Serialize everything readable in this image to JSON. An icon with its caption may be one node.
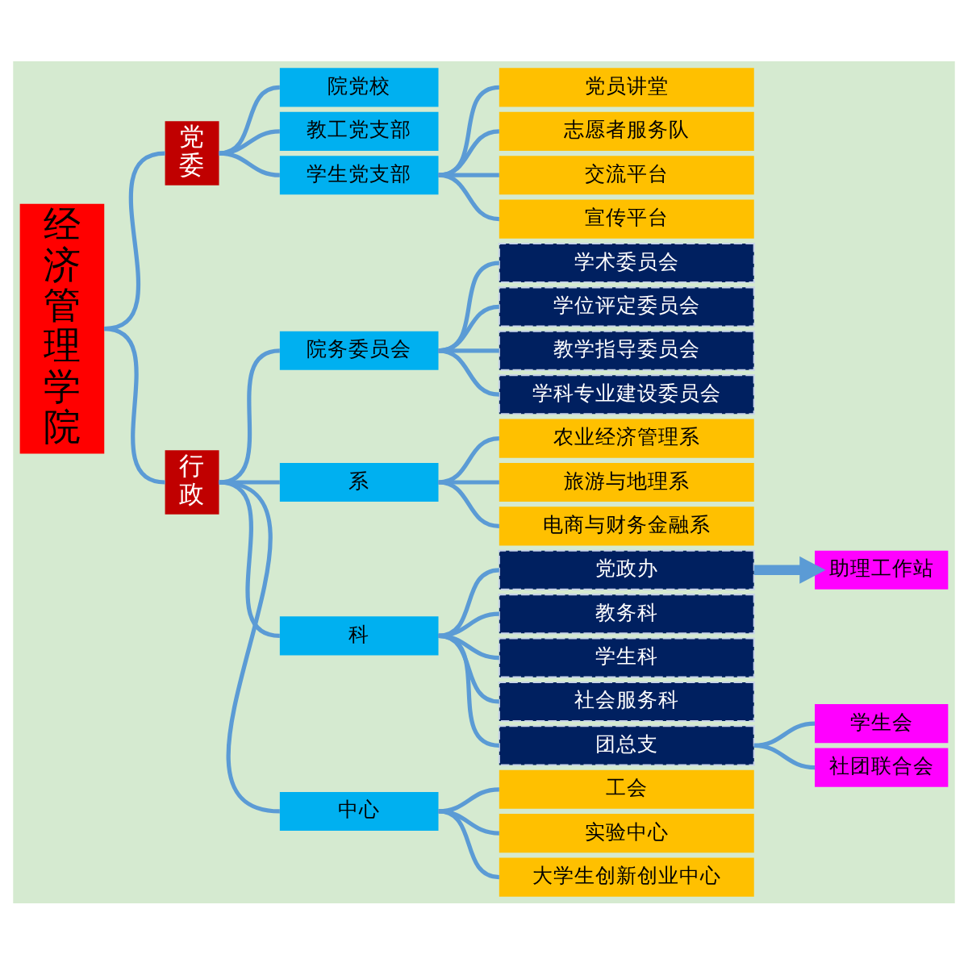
{
  "diagram": {
    "nodes": [
      {
        "text": [
          "经济管理学院"
        ]
      },
      {
        "text": [
          "党委"
        ]
      },
      {
        "text": [
          "院党校"
        ]
      },
      {
        "text": [
          "教工党支部"
        ]
      },
      {
        "text": [
          "学生党支部"
        ]
      },
      {
        "text": [
          "党员讲堂"
        ]
      },
      {
        "text": [
          "志愿者服务队"
        ]
      },
      {
        "text": [
          "交流平台"
        ]
      },
      {
        "text": [
          "宣传平台"
        ]
      },
      {
        "text": [
          "行政"
        ]
      },
      {
        "text": [
          "院务委员会"
        ]
      },
      {
        "text": [
          "学术委员会"
        ]
      },
      {
        "text": [
          "学位评定委员会"
        ]
      },
      {
        "text": [
          "教学指导委员会"
        ]
      },
      {
        "text": [
          "学科专业建设委员会"
        ]
      },
      {
        "text": [
          "系"
        ]
      },
      {
        "text": [
          "农业经济管理系"
        ]
      },
      {
        "text": [
          "旅游与地理系"
        ]
      },
      {
        "text": [
          "电商与财务金融系"
        ]
      },
      {
        "text": [
          "科"
        ]
      },
      {
        "text": [
          "党政办"
        ]
      },
      {
        "text": [
          "教务科"
        ]
      },
      {
        "text": [
          "学生科"
        ]
      },
      {
        "text": [
          "社会服务科"
        ]
      },
      {
        "text": [
          "团总支"
        ]
      },
      {
        "text": [
          "助理工作站"
        ]
      },
      {
        "text": [
          "学生会"
        ]
      },
      {
        "text": [
          "社团联合会"
        ]
      },
      {
        "text": [
          "中心"
        ]
      },
      {
        "text": [
          "工会"
        ]
      },
      {
        "text": [
          "实验中心"
        ]
      },
      {
        "text": [
          "大学生创新创业中心"
        ]
      }
    ],
    "edges": [
      {
        "from": 0,
        "to": 1,
        "arrow": "none"
      },
      {
        "from": 0,
        "to": 9,
        "arrow": "none"
      },
      {
        "from": 1,
        "to": 2,
        "arrow": "none"
      },
      {
        "from": 1,
        "to": 3,
        "arrow": "none"
      },
      {
        "from": 1,
        "to": 4,
        "arrow": "none"
      },
      {
        "from": 4,
        "to": 5,
        "arrow": "none"
      },
      {
        "from": 4,
        "to": 6,
        "arrow": "none"
      },
      {
        "from": 4,
        "to": 7,
        "arrow": "none"
      },
      {
        "from": 4,
        "to": 8,
        "arrow": "none"
      },
      {
        "from": 9,
        "to": 10,
        "arrow": "none"
      },
      {
        "from": 9,
        "to": 15,
        "arrow": "none"
      },
      {
        "from": 9,
        "to": 19,
        "arrow": "none"
      },
      {
        "from": 9,
        "to": 28,
        "arrow": "none"
      },
      {
        "from": 10,
        "to": 11,
        "arrow": "none"
      },
      {
        "from": 10,
        "to": 12,
        "arrow": "none"
      },
      {
        "from": 10,
        "to": 13,
        "arrow": "none"
      },
      {
        "from": 10,
        "to": 14,
        "arrow": "none"
      },
      {
        "from": 15,
        "to": 16,
        "arrow": "none"
      },
      {
        "from": 15,
        "to": 17,
        "arrow": "none"
      },
      {
        "from": 15,
        "to": 18,
        "arrow": "none"
      },
      {
        "from": 19,
        "to": 20,
        "arrow": "none"
      },
      {
        "from": 19,
        "to": 21,
        "arrow": "none"
      },
      {
        "from": 19,
        "to": 22,
        "arrow": "none"
      },
      {
        "from": 19,
        "to": 23,
        "arrow": "none"
      },
      {
        "from": 19,
        "to": 24,
        "arrow": "none"
      },
      {
        "from": 20,
        "to": 25,
        "arrow": "to",
        "style": "thick"
      },
      {
        "from": 24,
        "to": 26,
        "arrow": "none"
      },
      {
        "from": 24,
        "to": 27,
        "arrow": "none"
      },
      {
        "from": 28,
        "to": 29,
        "arrow": "none"
      },
      {
        "from": 28,
        "to": 30,
        "arrow": "none"
      },
      {
        "from": 28,
        "to": 31,
        "arrow": "none"
      }
    ]
  }
}
